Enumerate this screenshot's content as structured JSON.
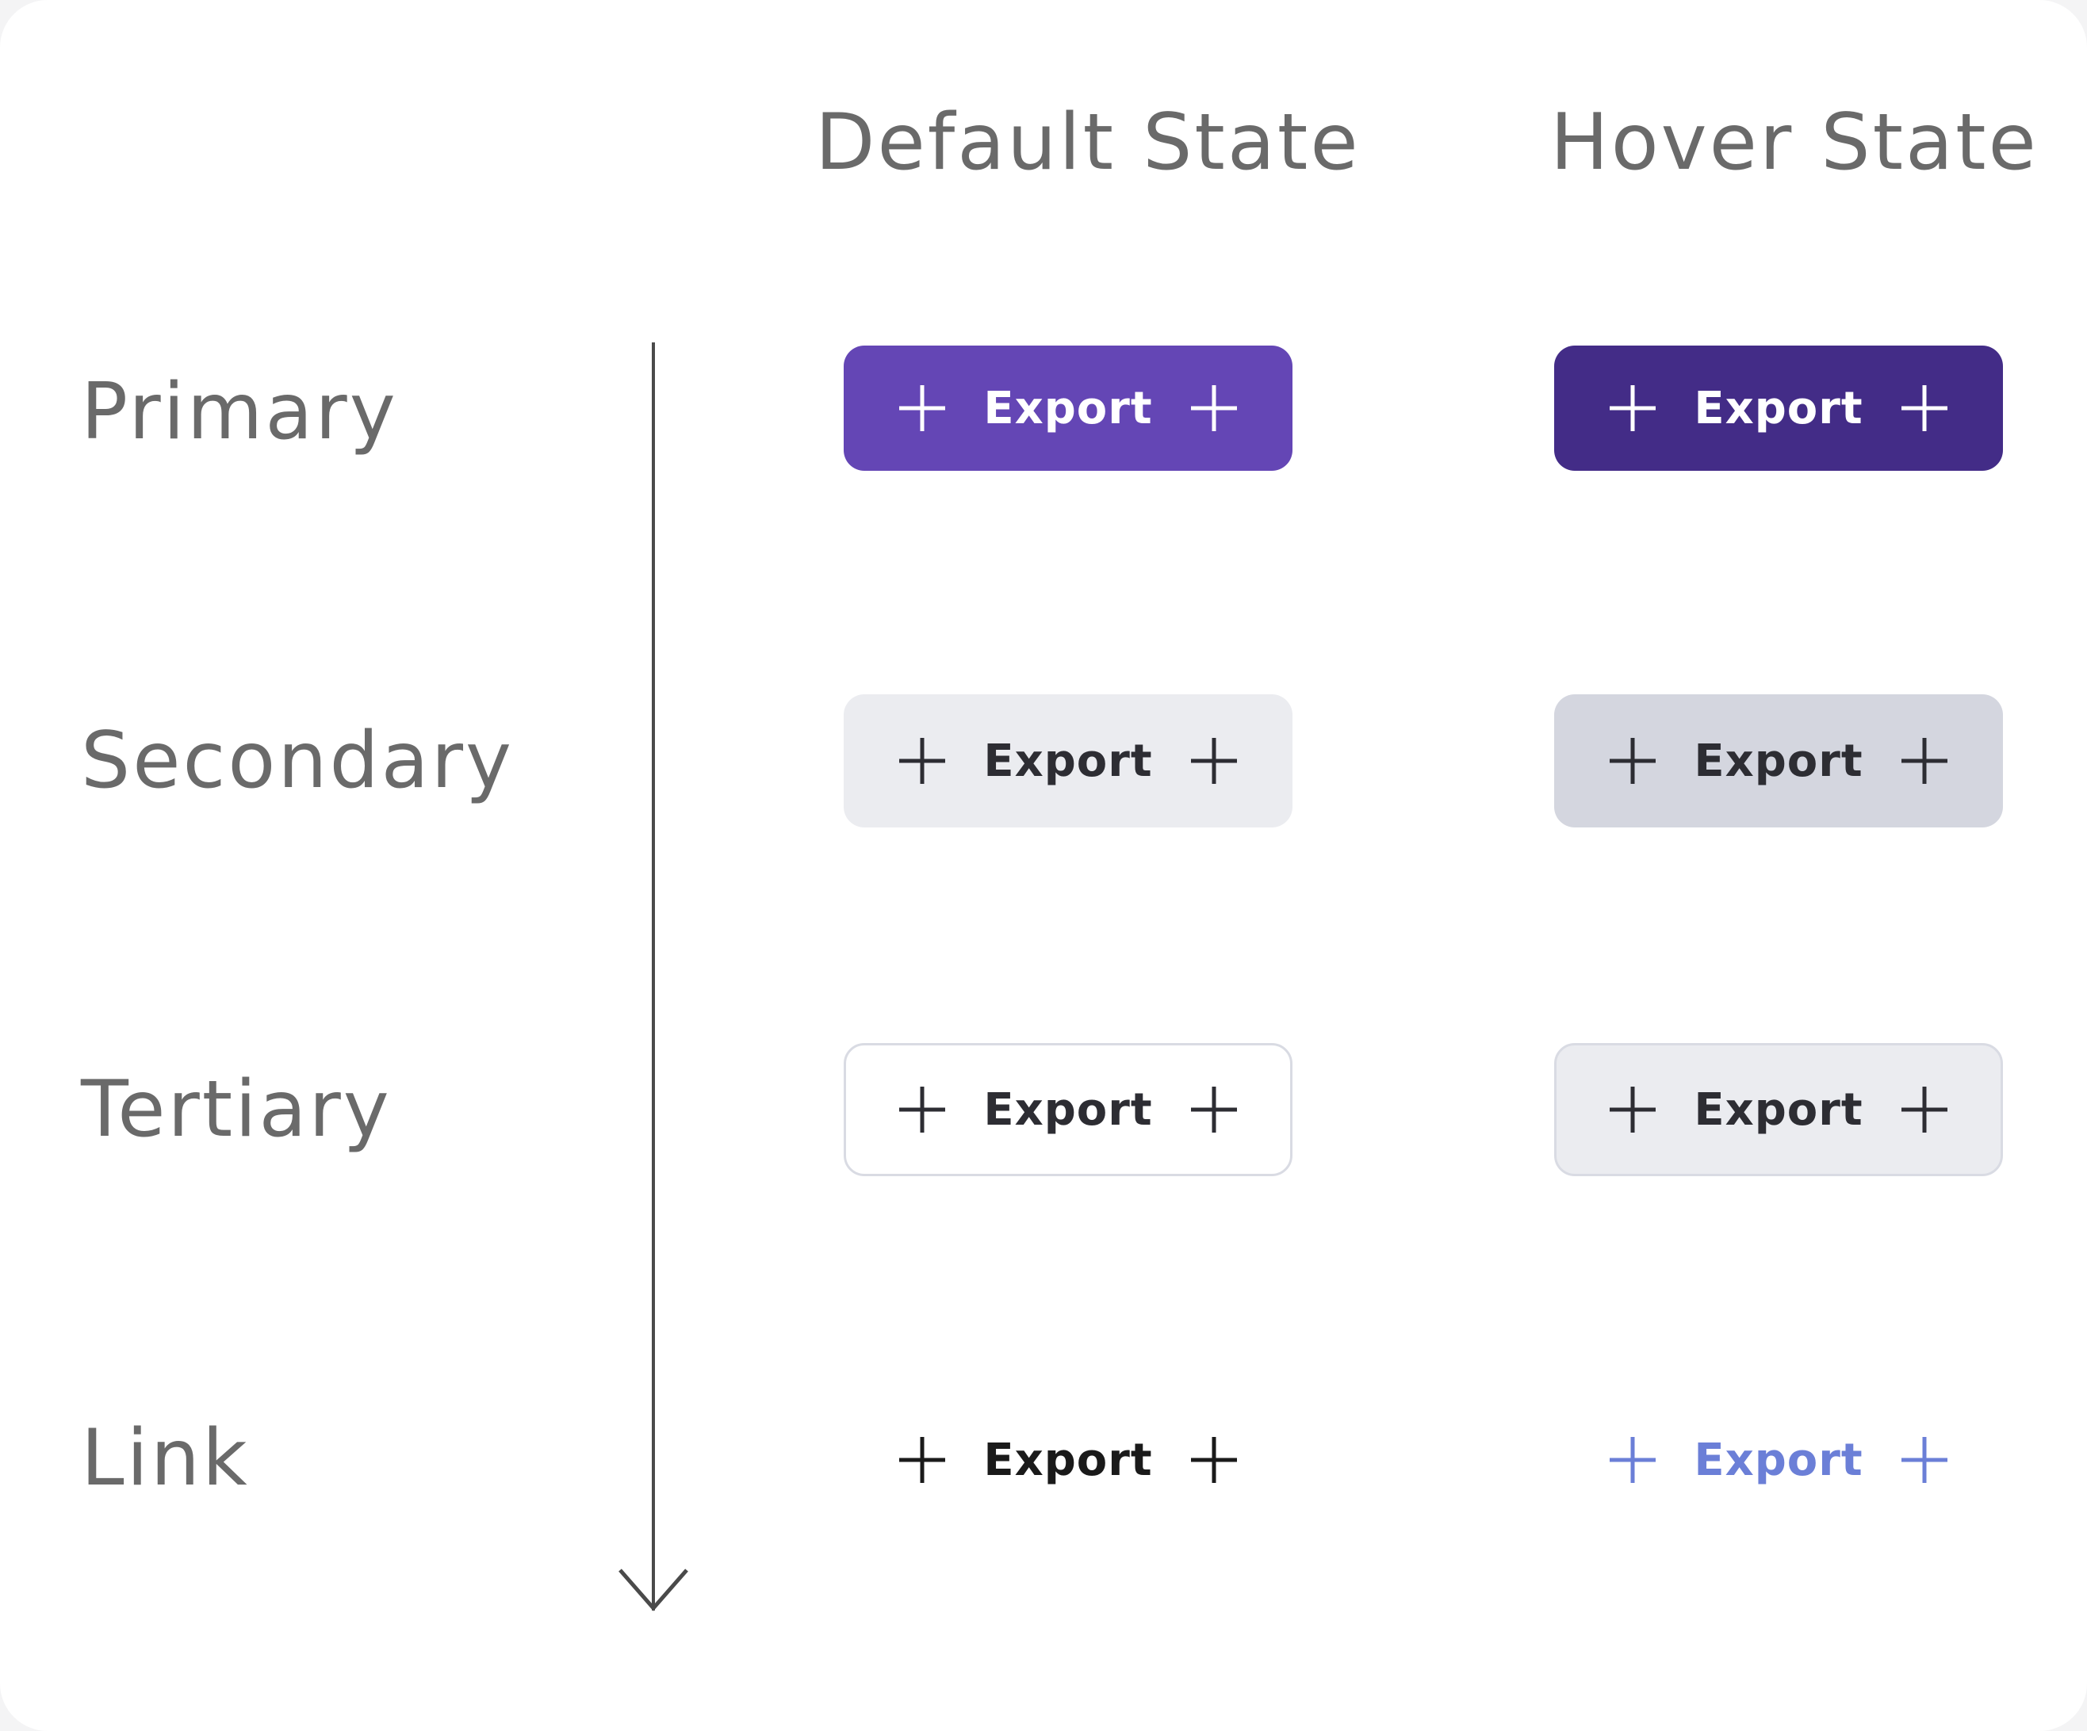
{
  "columns": {
    "default": "Default State",
    "hover": "Hover State"
  },
  "rows": {
    "primary": "Primary",
    "secondary": "Secondary",
    "tertiary": "Tertiary",
    "link": "Link"
  },
  "buttons": {
    "primary_default": {
      "label": "Export",
      "bg": "#6446b5",
      "text": "#ffffff"
    },
    "primary_hover": {
      "label": "Export",
      "bg": "#432c87",
      "text": "#ffffff"
    },
    "secondary_default": {
      "label": "Export",
      "bg": "#ebecf0",
      "text": "#2d2d33"
    },
    "secondary_hover": {
      "label": "Export",
      "bg": "#d4d6df",
      "text": "#2d2d33"
    },
    "tertiary_default": {
      "label": "Export",
      "bg": "#ffffff",
      "text": "#2d2d33",
      "border": "#d9dbe3"
    },
    "tertiary_hover": {
      "label": "Export",
      "bg": "#ebecf0",
      "text": "#2d2d33",
      "border": "#d9dbe3"
    },
    "link_default": {
      "label": "Export",
      "text": "#1a1a1a"
    },
    "link_hover": {
      "label": "Export",
      "text": "#6b7fd7"
    }
  },
  "icons": {
    "leading": "plus-icon",
    "trailing": "plus-icon",
    "axis": "arrow-down-icon"
  }
}
